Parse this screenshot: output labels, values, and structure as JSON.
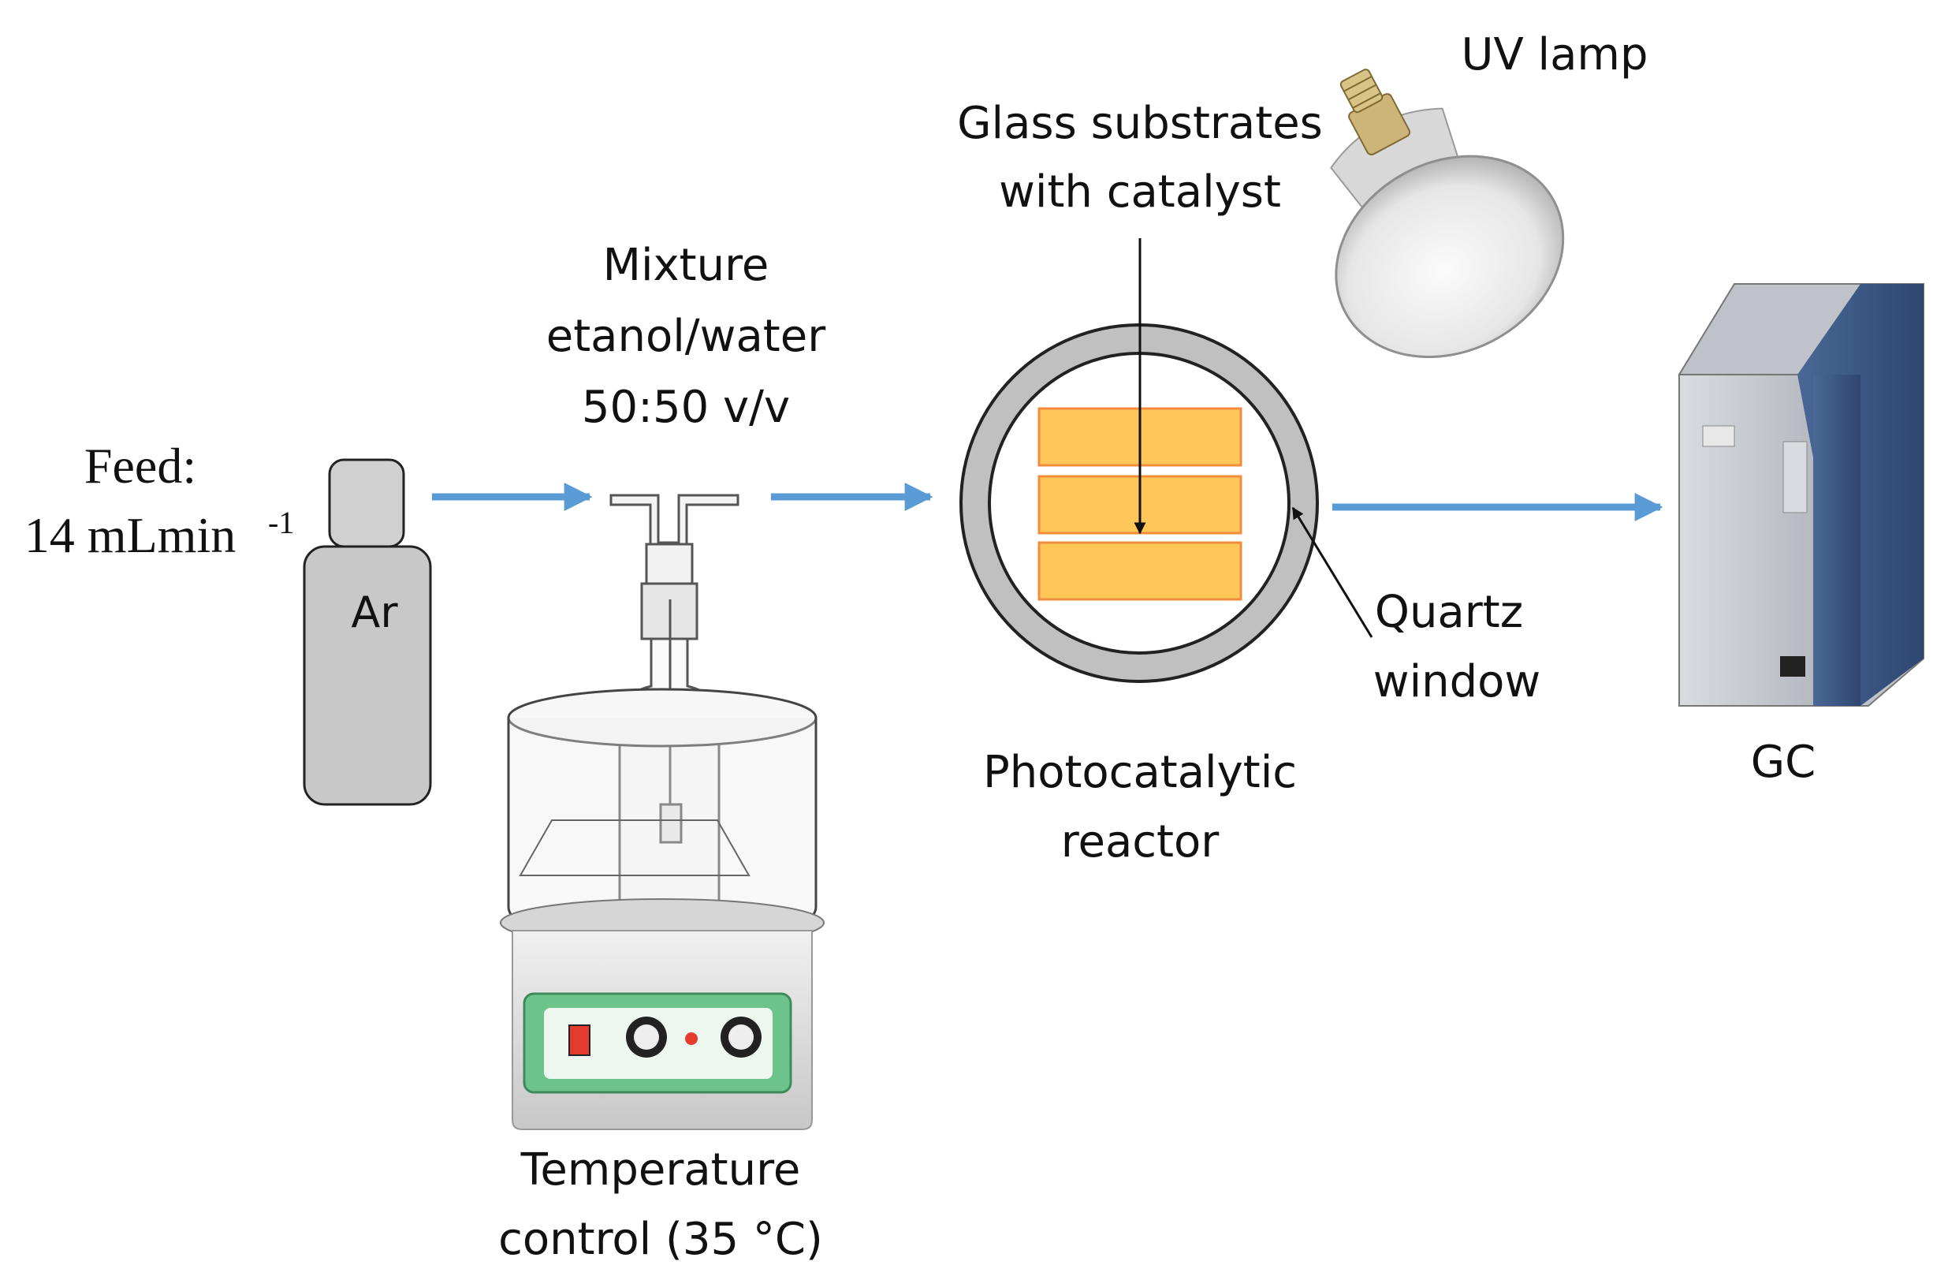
{
  "feed": {
    "line1": "Feed:",
    "line2": "14 mLmin",
    "superscript": "-1"
  },
  "cylinder": {
    "label": "Ar"
  },
  "mixture": {
    "line1": "Mixture",
    "line2": "etanol/water",
    "line3": "50:50 v/v"
  },
  "temperature": {
    "line1": "Temperature",
    "line2": "control (35 °C)"
  },
  "substrates": {
    "line1": "Glass substrates",
    "line2": "with catalyst"
  },
  "uv_lamp": {
    "label": "UV lamp"
  },
  "reactor": {
    "line1": "Photocatalytic",
    "line2": "reactor"
  },
  "quartz": {
    "line1": "Quartz",
    "line2": "window"
  },
  "gc": {
    "label": "GC"
  },
  "colors": {
    "arrow": "#5b9bd5",
    "catalyst_fill": "#ffc65a",
    "catalyst_stroke": "#f08c3c",
    "reactor_ring": "#c0c0c0",
    "cylinder": "#c8c8c8",
    "stirrer_panel": "#6cc48a",
    "gc_front": "#c9cdd3",
    "gc_side": "#3f5b88"
  }
}
